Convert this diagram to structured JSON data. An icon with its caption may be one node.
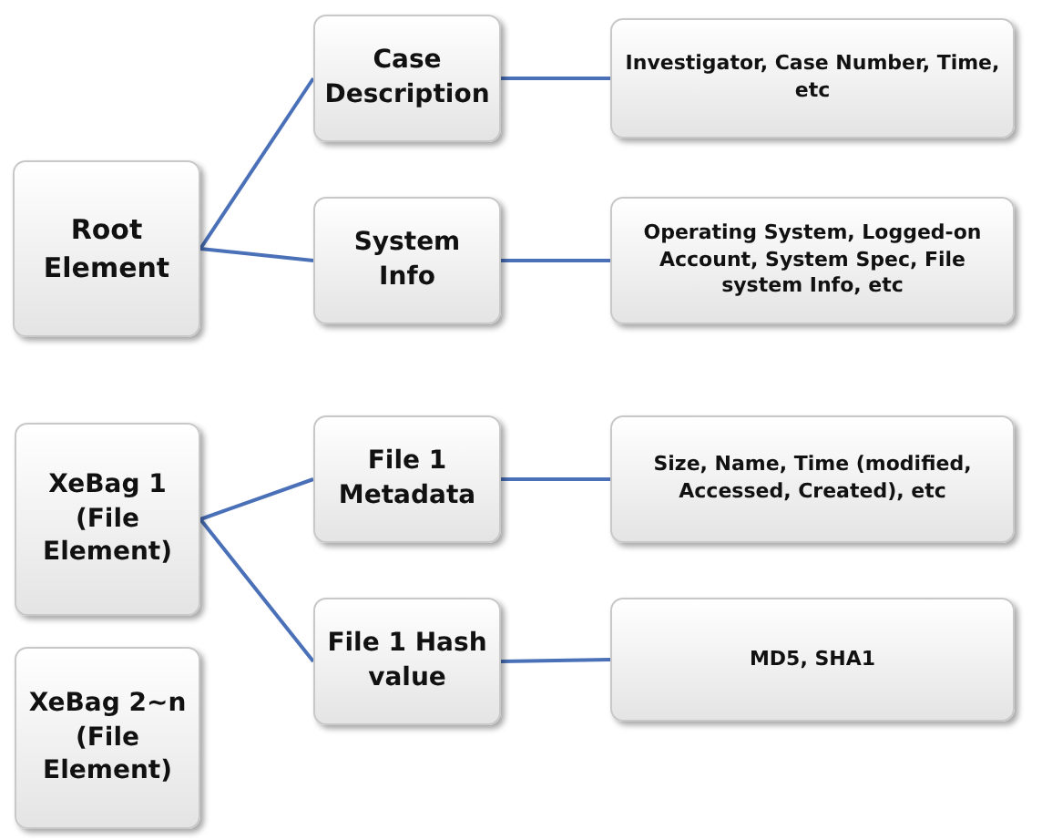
{
  "diagram": {
    "nodes": [
      {
        "text": [
          "Root Element"
        ]
      },
      {
        "text": [
          "Case Description"
        ]
      },
      {
        "text": [
          "System Info"
        ]
      },
      {
        "text": [
          "Investigator, Case Number, Time, etc"
        ]
      },
      {
        "text": [
          "Operating System, Logged-on Account, System Spec, File system Info, etc"
        ]
      },
      {
        "text": [
          "XeBag 1 (File Element)"
        ]
      },
      {
        "text": [
          "File 1 Metadata"
        ]
      },
      {
        "text": [
          "File 1 Hash value"
        ]
      },
      {
        "text": [
          "Size, Name, Time (modified, Accessed, Created), etc"
        ]
      },
      {
        "text": [
          "MD5, SHA1"
        ]
      },
      {
        "text": [
          "XeBag 2~n (File Element)"
        ]
      }
    ],
    "edges": [
      {
        "from": 0,
        "to": 1,
        "arrow": "none"
      },
      {
        "from": 0,
        "to": 2,
        "arrow": "none"
      },
      {
        "from": 1,
        "to": 3,
        "arrow": "none"
      },
      {
        "from": 2,
        "to": 4,
        "arrow": "none"
      },
      {
        "from": 5,
        "to": 6,
        "arrow": "none"
      },
      {
        "from": 5,
        "to": 7,
        "arrow": "none"
      },
      {
        "from": 6,
        "to": 8,
        "arrow": "none"
      },
      {
        "from": 7,
        "to": 9,
        "arrow": "none"
      }
    ]
  }
}
